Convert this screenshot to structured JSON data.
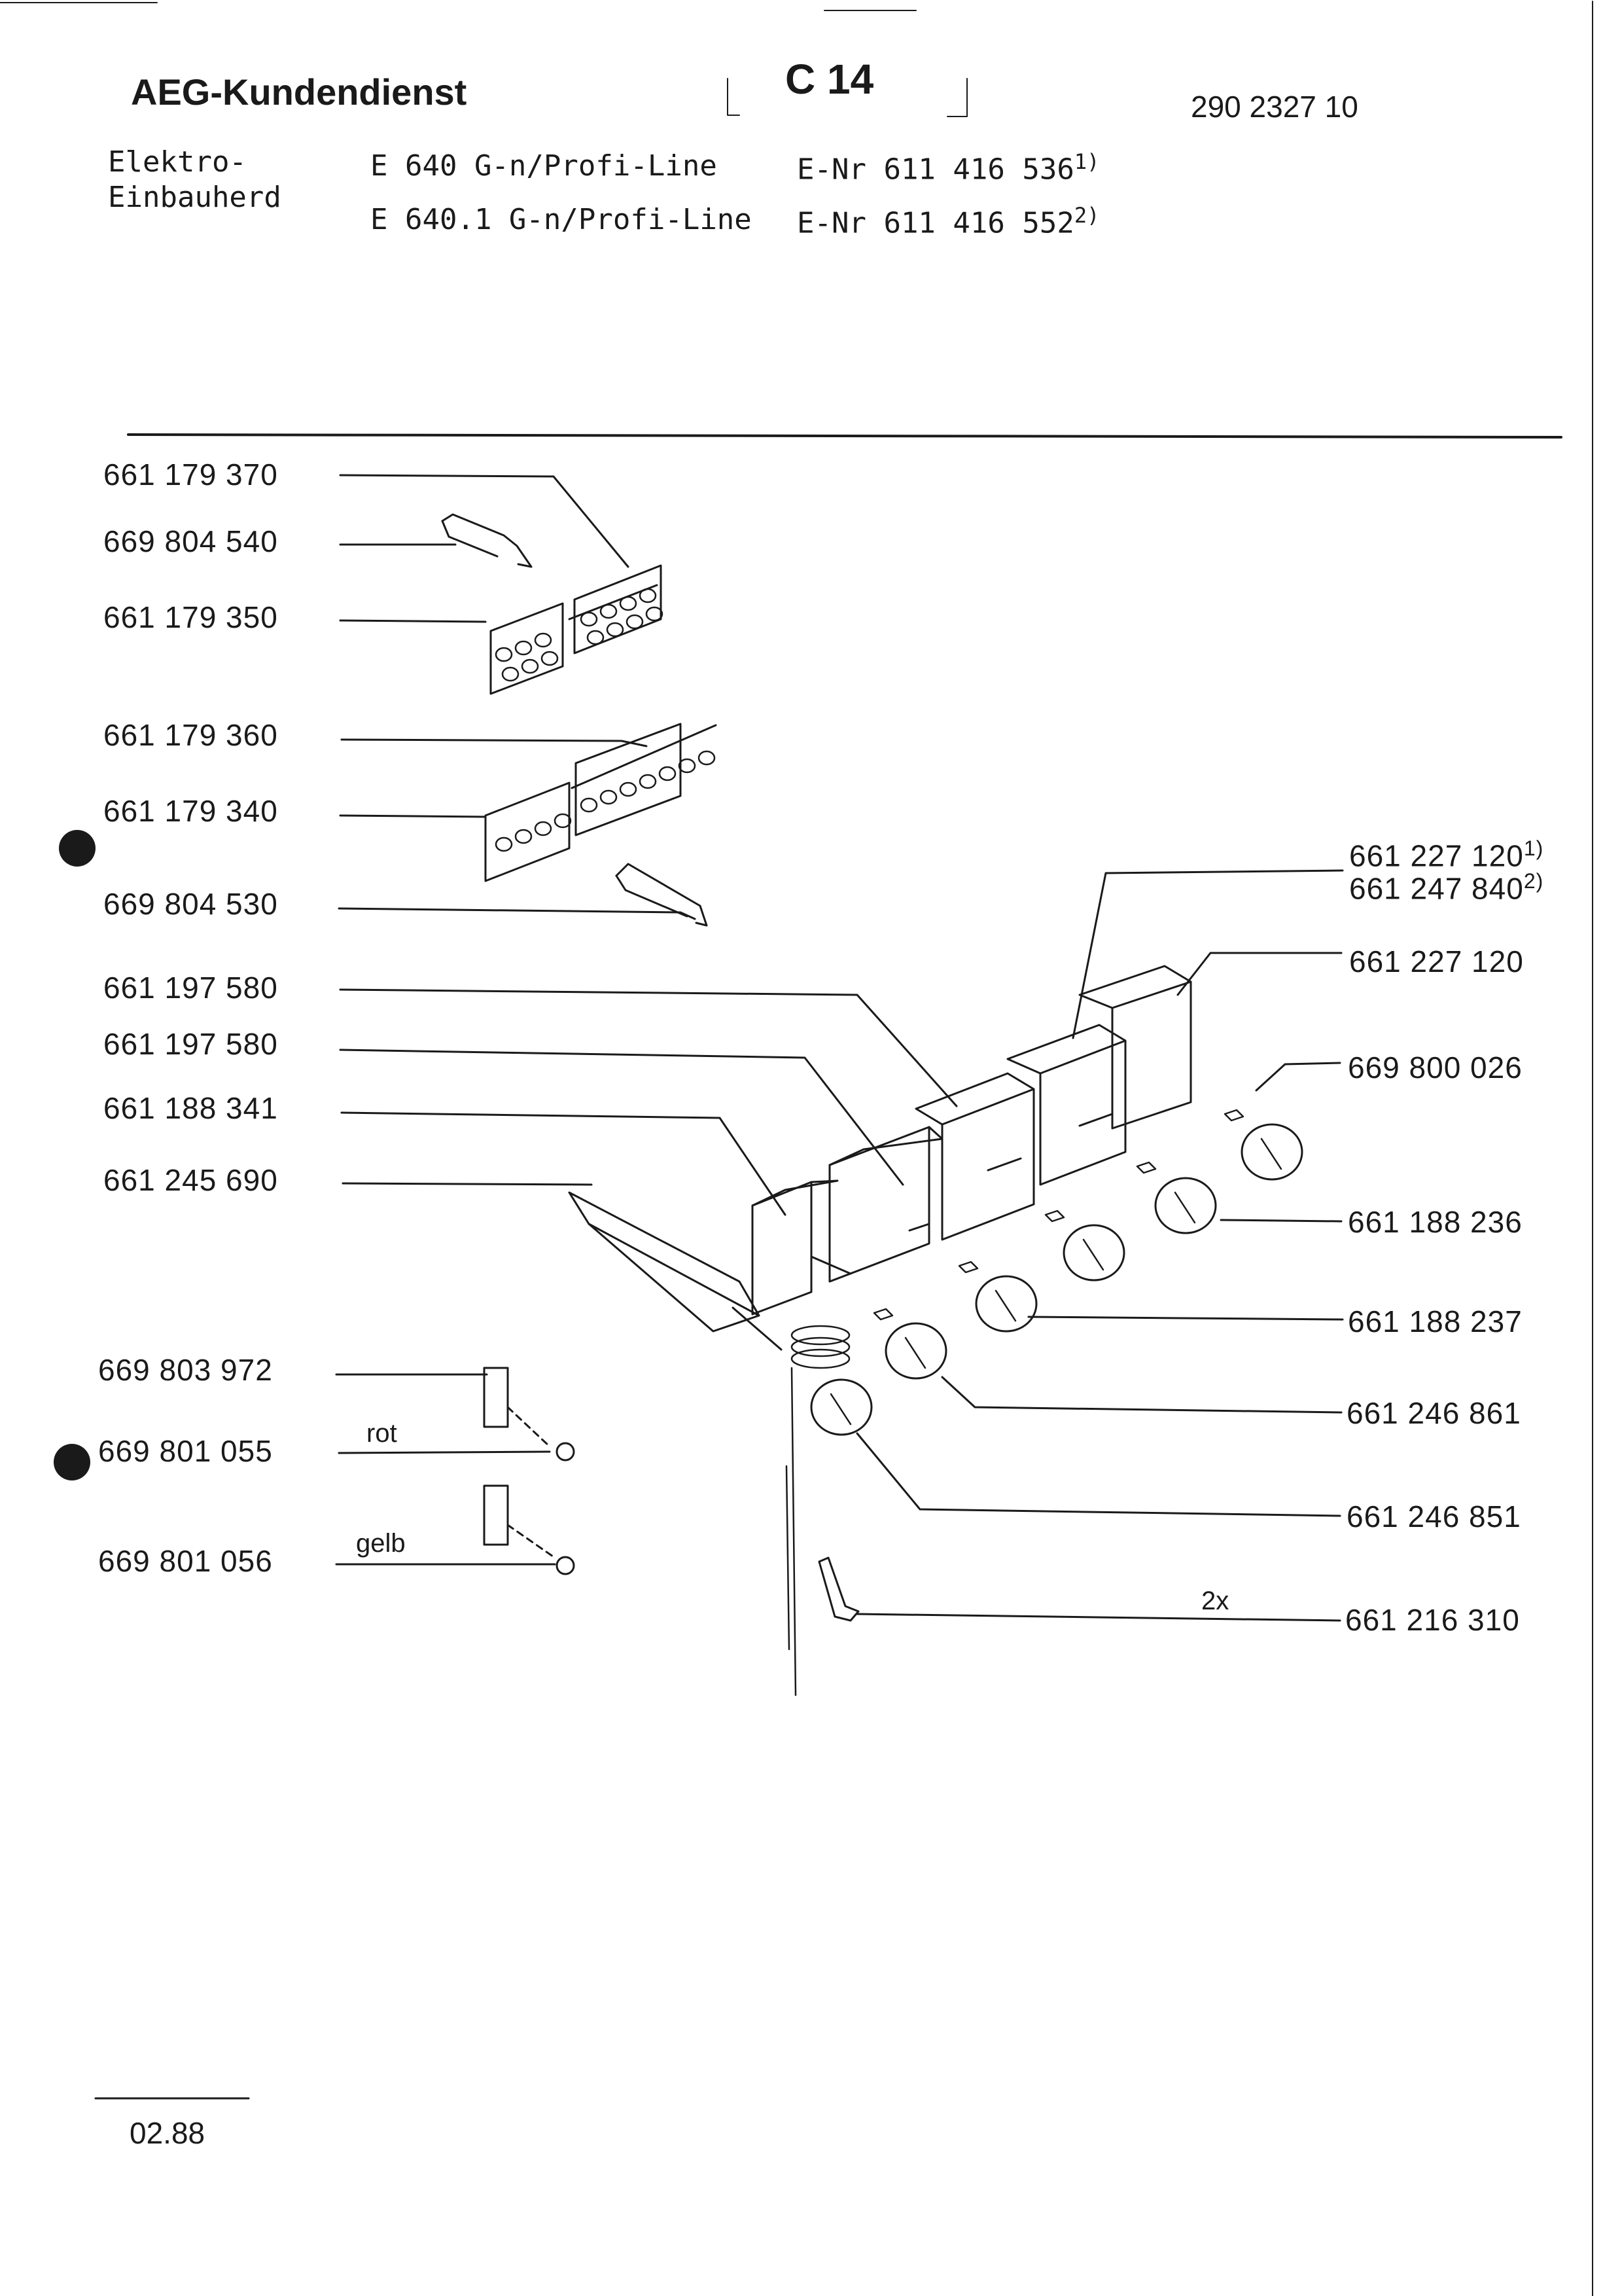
{
  "header": {
    "brand": "AEG-Kundendienst",
    "sheet": "C 14",
    "doc_number": "290 2327 10",
    "category_line1": "Elektro-",
    "category_line2": "Einbauherd",
    "models": [
      {
        "model": "E  640 G-n/Profi-Line",
        "enr": "E-Nr 611 416 536",
        "note": "1)"
      },
      {
        "model": "E 640.1 G-n/Profi-Line",
        "enr": "E-Nr 611 416 552",
        "note": "2)"
      }
    ]
  },
  "left_parts": [
    "661 179 370",
    "669 804 540",
    "661 179 350",
    "661 179 360",
    "661 179 340",
    "669 804 530",
    "661 197 580",
    "661 197 580",
    "661 188 341",
    "661 245 690",
    "669 803 972",
    "669 801 055",
    "669 801 056"
  ],
  "wire_labels": {
    "red": "rot",
    "yellow": "gelb"
  },
  "right_parts": [
    {
      "number": "661 227 120",
      "note": "1)"
    },
    {
      "number": "661 247 840",
      "note": "2)"
    },
    {
      "number": "661 227 120",
      "note": ""
    },
    {
      "number": "669 800 026",
      "note": ""
    },
    {
      "number": "661 188 236",
      "note": ""
    },
    {
      "number": "661 188 237",
      "note": ""
    },
    {
      "number": "661 246 861",
      "note": ""
    },
    {
      "number": "661 246 851",
      "note": ""
    },
    {
      "number": "661 216 310",
      "note": ""
    }
  ],
  "quantity_label": "2x",
  "date": "02.88",
  "icons": {
    "bullet": "filled-circle-marker"
  }
}
